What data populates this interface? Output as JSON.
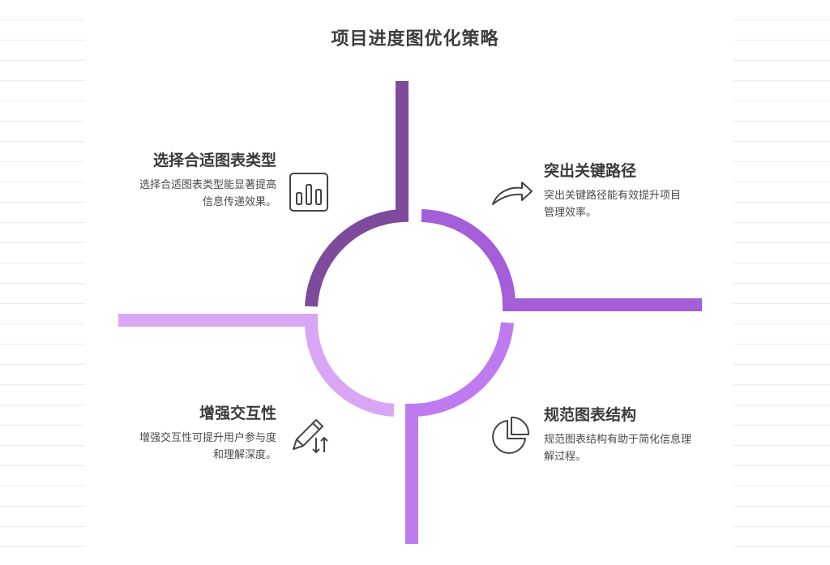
{
  "title": "项目进度图优化策略",
  "colors": {
    "q1": "#7e4a9c",
    "q2": "#a35ed8",
    "q3": "#c07af0",
    "q4": "#d9a6f6"
  },
  "sections": [
    {
      "heading": "选择合适图表类型",
      "description": "选择合适图表类型能显著提高信息传递效果。",
      "icon": "bar-chart-icon"
    },
    {
      "heading": "突出关键路径",
      "description": "突出关键路径能有效提升项目管理效率。",
      "icon": "curved-arrow-icon"
    },
    {
      "heading": "增强交互性",
      "description": "增强交互性可提升用户参与度和理解深度。",
      "icon": "pencil-sort-icon"
    },
    {
      "heading": "规范图表结构",
      "description": "规范图表结构有助于简化信息理解过程。",
      "icon": "pie-chart-icon"
    }
  ]
}
